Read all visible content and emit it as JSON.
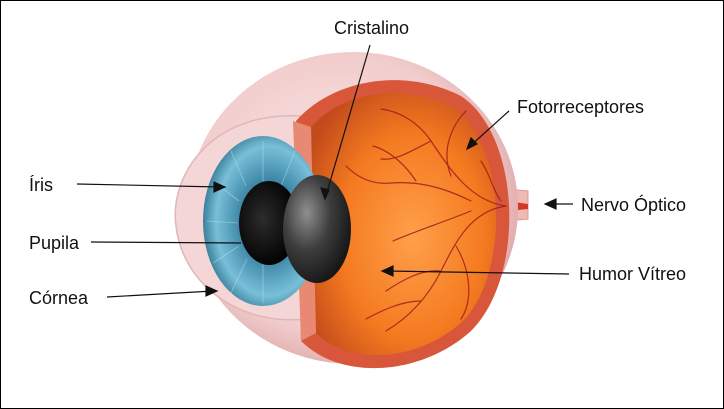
{
  "labels": {
    "cristalino": "Cristalino",
    "fotorreceptores": "Fotorreceptores",
    "iris": "Íris",
    "nervo_optico": "Nervo Óptico",
    "pupila": "Pupila",
    "humor_vitreo": "Humor Vítreo",
    "cornea": "Córnea"
  },
  "colors": {
    "sclera": "#f3cfcf",
    "choroid": "#d8583a",
    "vitreous": "#f5821e",
    "iris": "#5aa6c4",
    "vessel": "#a0201a",
    "lens": "#3a3a3a"
  }
}
